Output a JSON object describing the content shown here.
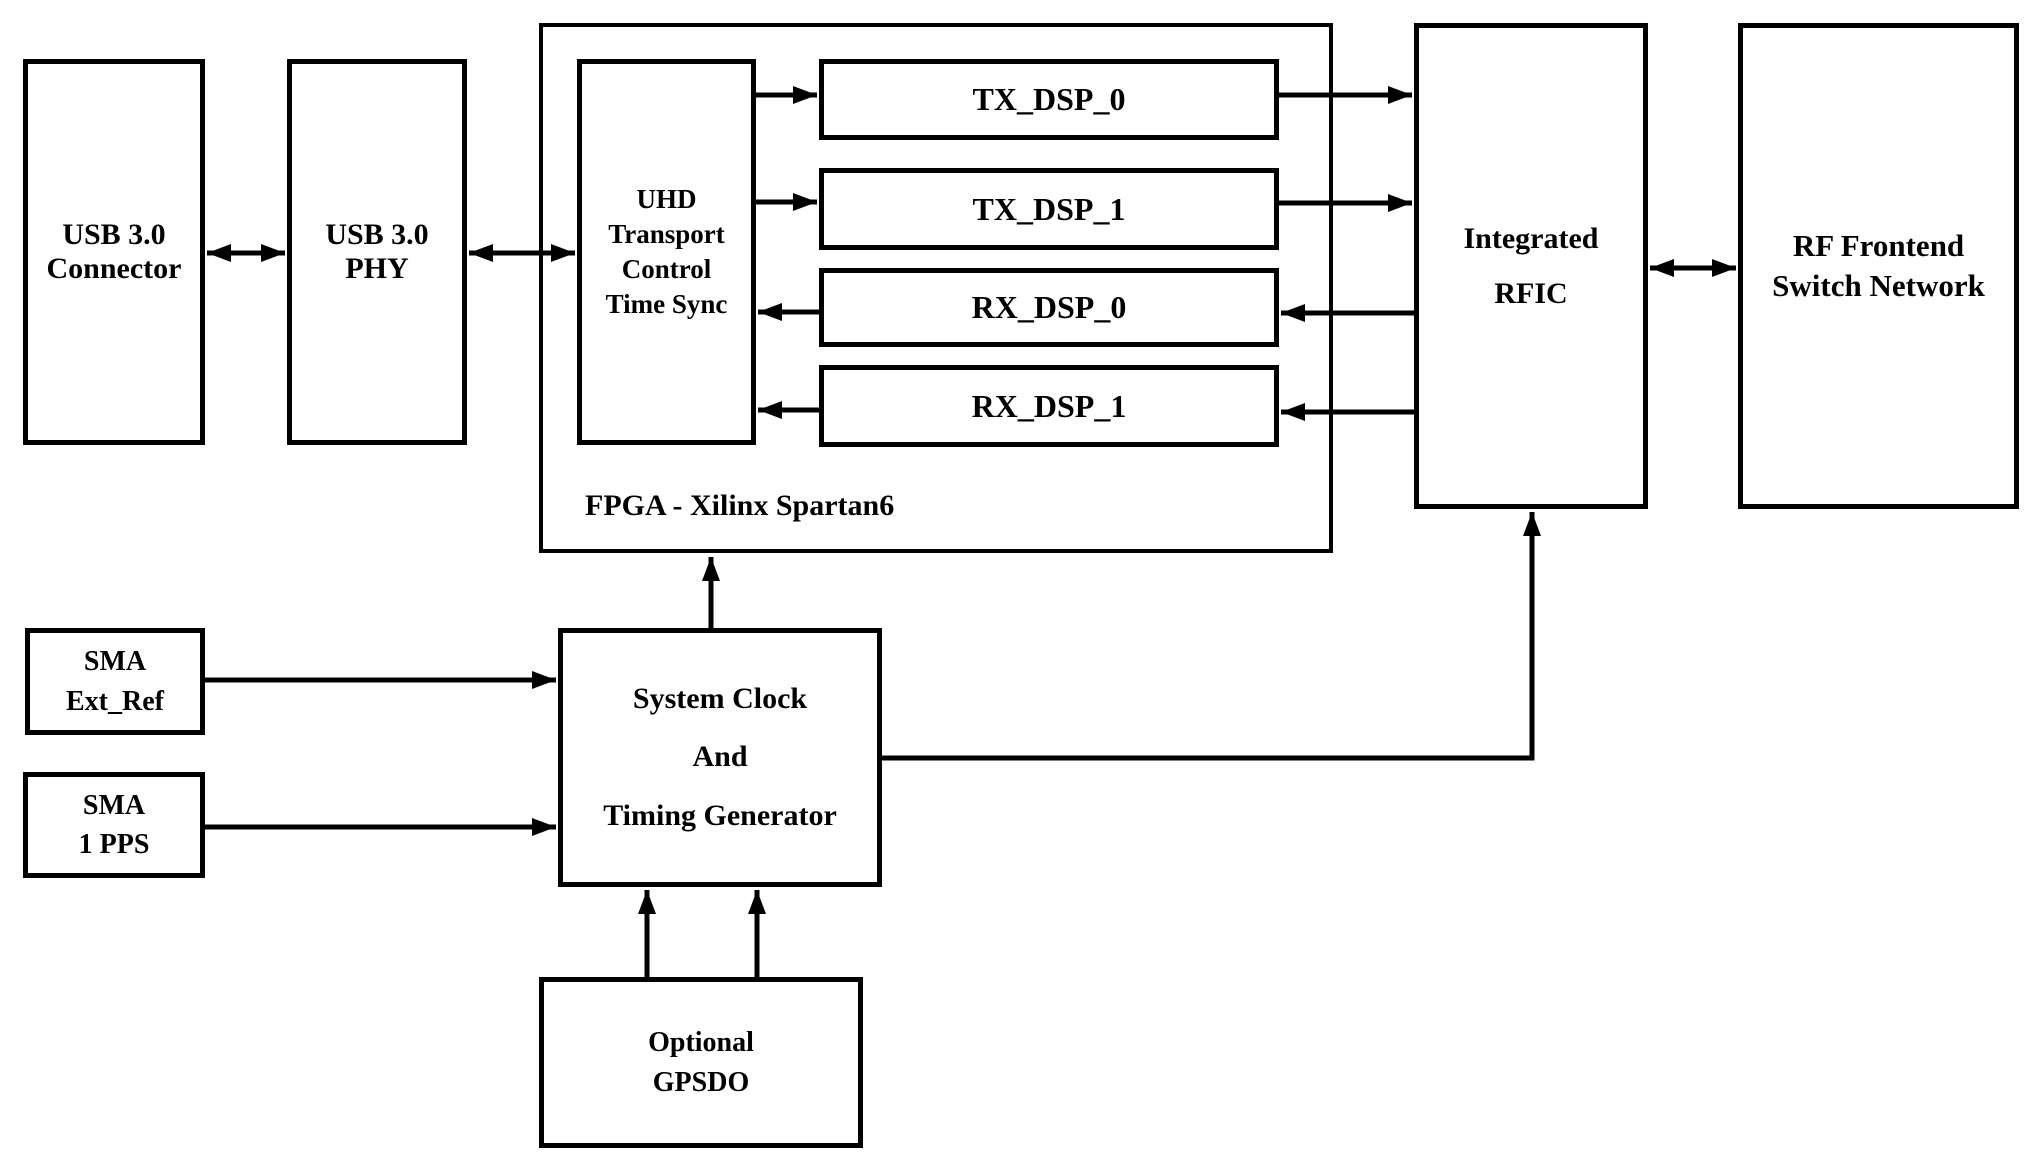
{
  "colors": {
    "background": "#ffffff",
    "box_fill": "#ffffff",
    "stroke": "#000000",
    "text": "#000000"
  },
  "blocks": {
    "usb_connector": {
      "lines": [
        "USB 3.0",
        "Connector"
      ]
    },
    "usb_phy": {
      "lines": [
        "USB 3.0",
        "PHY"
      ]
    },
    "fpga": {
      "label": "FPGA - Xilinx Spartan6"
    },
    "uhd": {
      "lines": [
        "UHD",
        "Transport",
        "Control",
        "Time Sync"
      ]
    },
    "tx_dsp_0": {
      "label": "TX_DSP_0"
    },
    "tx_dsp_1": {
      "label": "TX_DSP_1"
    },
    "rx_dsp_0": {
      "label": "RX_DSP_0"
    },
    "rx_dsp_1": {
      "label": "RX_DSP_1"
    },
    "rfic": {
      "lines": [
        "Integrated",
        "RFIC"
      ]
    },
    "rf_frontend": {
      "lines": [
        "RF Frontend",
        "Switch Network"
      ]
    },
    "sma_ext_ref": {
      "lines": [
        "SMA",
        "Ext_Ref"
      ]
    },
    "sma_1pps": {
      "lines": [
        "SMA",
        "1 PPS"
      ]
    },
    "system_clock": {
      "lines": [
        "System Clock",
        "And",
        "Timing Generator"
      ]
    },
    "gpsdo": {
      "lines": [
        "Optional",
        "GPSDO"
      ]
    }
  },
  "connections": [
    {
      "from": "USB 3.0 Connector",
      "to": "USB 3.0 PHY",
      "direction": "bidirectional"
    },
    {
      "from": "USB 3.0 PHY",
      "to": "UHD Transport Control Time Sync",
      "direction": "bidirectional"
    },
    {
      "from": "UHD Transport Control Time Sync",
      "to": "TX_DSP_0",
      "direction": "forward"
    },
    {
      "from": "UHD Transport Control Time Sync",
      "to": "TX_DSP_1",
      "direction": "forward"
    },
    {
      "from": "RX_DSP_0",
      "to": "UHD Transport Control Time Sync",
      "direction": "forward"
    },
    {
      "from": "RX_DSP_1",
      "to": "UHD Transport Control Time Sync",
      "direction": "forward"
    },
    {
      "from": "TX_DSP_0",
      "to": "Integrated RFIC",
      "direction": "forward"
    },
    {
      "from": "TX_DSP_1",
      "to": "Integrated RFIC",
      "direction": "forward"
    },
    {
      "from": "Integrated RFIC",
      "to": "RX_DSP_0",
      "direction": "forward"
    },
    {
      "from": "Integrated RFIC",
      "to": "RX_DSP_1",
      "direction": "forward"
    },
    {
      "from": "Integrated RFIC",
      "to": "RF Frontend Switch Network",
      "direction": "bidirectional"
    },
    {
      "from": "SMA Ext_Ref",
      "to": "System Clock And Timing Generator",
      "direction": "forward"
    },
    {
      "from": "SMA 1 PPS",
      "to": "System Clock And Timing Generator",
      "direction": "forward"
    },
    {
      "from": "System Clock And Timing Generator",
      "to": "FPGA - Xilinx Spartan6",
      "direction": "forward"
    },
    {
      "from": "System Clock And Timing Generator",
      "to": "Integrated RFIC",
      "direction": "forward"
    },
    {
      "from": "Optional GPSDO",
      "to": "System Clock And Timing Generator",
      "direction": "forward"
    },
    {
      "from": "Optional GPSDO",
      "to": "System Clock And Timing Generator",
      "direction": "forward"
    }
  ]
}
